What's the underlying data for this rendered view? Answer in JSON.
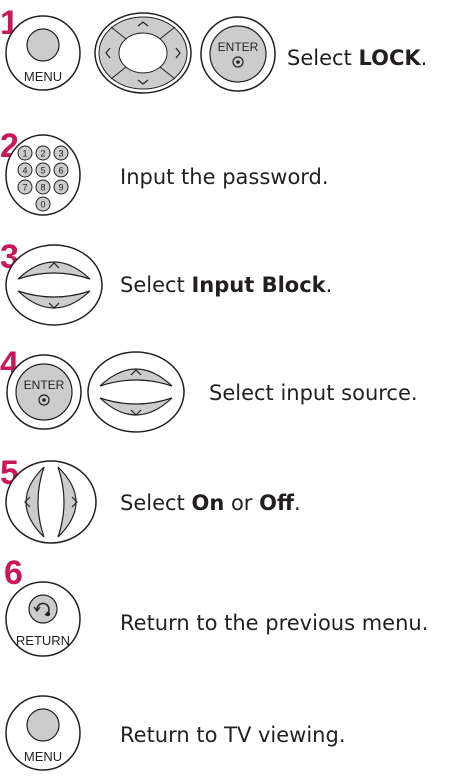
{
  "colors": {
    "accent": "#c8175a",
    "button_fill": "#cccccc",
    "button_stroke": "#231f20"
  },
  "buttons": {
    "menu_label": "MENU",
    "enter_label": "ENTER",
    "return_label": "RETURN"
  },
  "steps": [
    {
      "number": "1",
      "icons": [
        "menu-button",
        "navigation-cross",
        "enter-button"
      ],
      "text_before": "Select ",
      "text_bold": "LOCK",
      "text_after": "."
    },
    {
      "number": "2",
      "icons": [
        "number-keypad"
      ],
      "keypad_keys": [
        "1",
        "2",
        "3",
        "4",
        "5",
        "6",
        "7",
        "8",
        "9",
        "0"
      ],
      "text": "Input the password."
    },
    {
      "number": "3",
      "icons": [
        "up-down-keys"
      ],
      "text_before": "Select ",
      "text_bold": "Input Block",
      "text_after": "."
    },
    {
      "number": "4",
      "icons": [
        "enter-button",
        "up-down-keys"
      ],
      "text": "Select input source."
    },
    {
      "number": "5",
      "icons": [
        "left-right-keys"
      ],
      "text_before": "Select ",
      "text_bold": "On",
      "text_middle": " or ",
      "text_bold2": "Off",
      "text_after": "."
    },
    {
      "number": "6",
      "icons": [
        "return-button"
      ],
      "text": "Return to the previous menu."
    },
    {
      "number": "",
      "icons": [
        "menu-button"
      ],
      "text": "Return to TV viewing."
    }
  ]
}
